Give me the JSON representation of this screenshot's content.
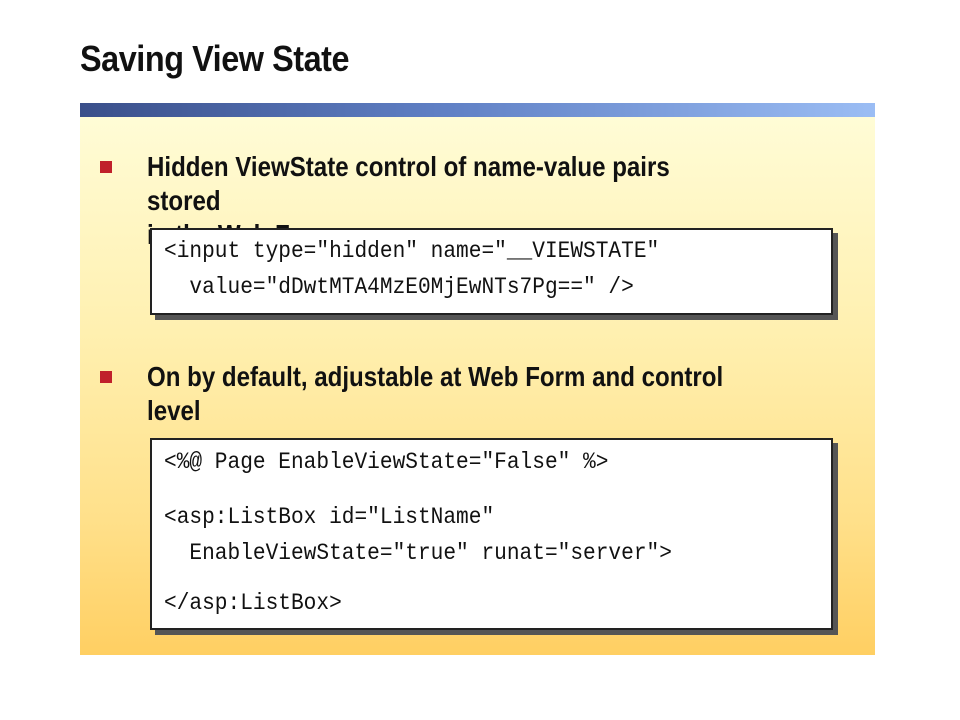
{
  "slide": {
    "title": "Saving View State",
    "bullets": [
      {
        "line1": "Hidden ViewState control of name-value pairs stored",
        "line2": "in the Web Form",
        "code": [
          "<input type=\"hidden\" name=\"__VIEWSTATE\"",
          "  value=\"dDwtMTA4MzE0MjEwNTs7Pg==\" />"
        ]
      },
      {
        "line1": "On by default, adjustable at Web Form and control",
        "line2": "level",
        "code": [
          "<%@ Page EnableViewState=\"False\" %>",
          "<asp:ListBox id=\"ListName\"",
          "  EnableViewState=\"true\" runat=\"server\">",
          "</asp:ListBox>"
        ]
      }
    ]
  },
  "colors": {
    "bullet": "#c0202b",
    "rule_start": "#3a4f8a",
    "rule_end": "#9bbdf4",
    "panel_top": "#fffcd6",
    "panel_bottom": "#ffcf62"
  }
}
